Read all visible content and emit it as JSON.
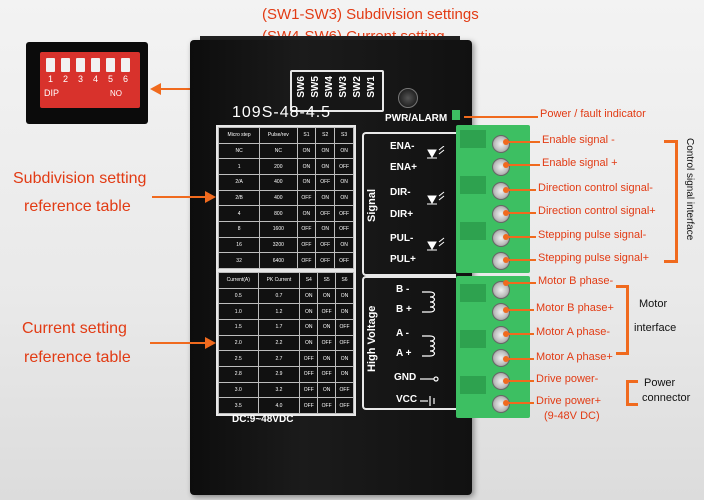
{
  "header": {
    "line1": "(SW1-SW3) Subdivision settings",
    "line2": "(SW4-SW6) Current setting"
  },
  "dip_photo": {
    "numbers": [
      "1",
      "2",
      "3",
      "4",
      "5",
      "6"
    ],
    "dip_text": "DIP",
    "on_text": "ON"
  },
  "driver": {
    "dip_labels": [
      "SW6",
      "SW5",
      "SW4",
      "SW3",
      "SW2",
      "SW1"
    ],
    "model": "109S-48-4.5",
    "pwr_alarm": "PWR/ALARM",
    "voltage": "DC:9~48VDC",
    "signal_label": "Signal",
    "high_voltage_label": "High Voltage",
    "signal_pins": [
      "ENA-",
      "ENA+",
      "DIR-",
      "DIR+",
      "PUL-",
      "PUL+"
    ],
    "power_pins": [
      "B -",
      "B +",
      "A -",
      "A +",
      "GND",
      "VCC"
    ]
  },
  "microstep_table": {
    "headers": [
      "Micro step",
      "Pulse/rev",
      "S1",
      "S2",
      "S3"
    ],
    "rows": [
      [
        "NC",
        "NC",
        "ON",
        "ON",
        "ON"
      ],
      [
        "1",
        "200",
        "ON",
        "ON",
        "OFF"
      ],
      [
        "2/A",
        "400",
        "ON",
        "OFF",
        "ON"
      ],
      [
        "2/B",
        "400",
        "OFF",
        "ON",
        "ON"
      ],
      [
        "4",
        "800",
        "ON",
        "OFF",
        "OFF"
      ],
      [
        "8",
        "1600",
        "OFF",
        "ON",
        "OFF"
      ],
      [
        "16",
        "3200",
        "OFF",
        "OFF",
        "ON"
      ],
      [
        "32",
        "6400",
        "OFF",
        "OFF",
        "OFF"
      ]
    ]
  },
  "current_table": {
    "headers": [
      "Current(A)",
      "PK Current",
      "S4",
      "S5",
      "S6"
    ],
    "rows": [
      [
        "0.5",
        "0.7",
        "ON",
        "ON",
        "ON"
      ],
      [
        "1.0",
        "1.2",
        "ON",
        "OFF",
        "ON"
      ],
      [
        "1.5",
        "1.7",
        "ON",
        "ON",
        "OFF"
      ],
      [
        "2.0",
        "2.2",
        "ON",
        "OFF",
        "OFF"
      ],
      [
        "2.5",
        "2.7",
        "OFF",
        "ON",
        "ON"
      ],
      [
        "2.8",
        "2.9",
        "OFF",
        "OFF",
        "ON"
      ],
      [
        "3.0",
        "3.2",
        "OFF",
        "ON",
        "OFF"
      ],
      [
        "3.5",
        "4.0",
        "OFF",
        "OFF",
        "OFF"
      ]
    ]
  },
  "left_labels": {
    "subdivision_l1": "Subdivision setting",
    "subdivision_l2": "reference table",
    "current_l1": "Current setting",
    "current_l2": "reference table"
  },
  "right_labels": {
    "power_fault": "Power / fault indicator",
    "enable_neg": "Enable signal -",
    "enable_pos": "Enable signal +",
    "dir_neg": "Direction control signal-",
    "dir_pos": "Direction control signal+",
    "step_neg": "Stepping pulse signal-",
    "step_pos": "Stepping pulse signal+",
    "motor_b_neg": "Motor B phase-",
    "motor_b_pos": "Motor B phase+",
    "motor_a_neg": "Motor A phase-",
    "motor_a_pos": "Motor A phase+",
    "drive_neg": "Drive power-",
    "drive_pos": "Drive power+",
    "drive_range": "(9-48V DC)",
    "control_interface": "Control signal interface",
    "motor_l1": "Motor",
    "motor_l2": "interface",
    "power_l1": "Power",
    "power_l2": "connector"
  },
  "colors": {
    "annotation": "#e23b14",
    "bracket": "#f06a1e",
    "terminal": "#3dbf62"
  }
}
